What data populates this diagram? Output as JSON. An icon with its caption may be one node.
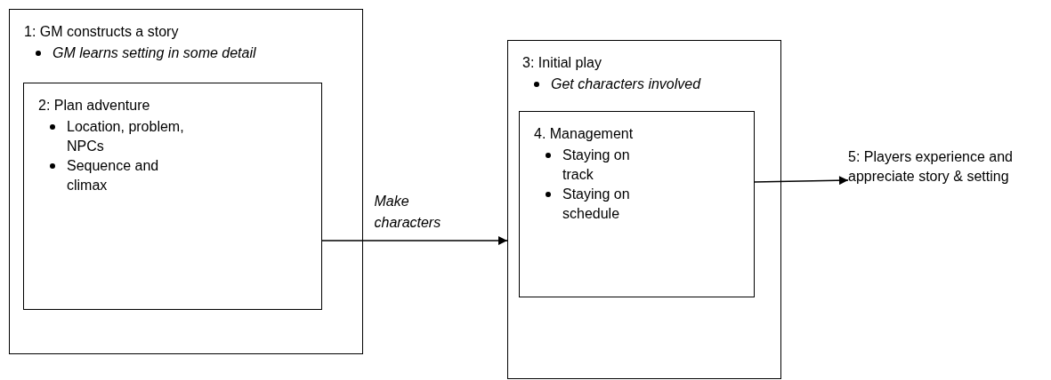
{
  "diagram": {
    "nodes": [
      {
        "text": [
          "1: GM constructs a story",
          "GM learns setting in some detail"
        ]
      },
      {
        "text": [
          "2: Plan adventure",
          "Location, problem, NPCs",
          "Sequence and climax"
        ],
        "in": 0
      },
      {
        "text": [
          "3: Initial play",
          "Get characters involved"
        ]
      },
      {
        "text": [
          "4. Management",
          "Staying on track",
          "Staying on schedule"
        ],
        "in": 2
      },
      {
        "text": [
          "5: Players experience and appreciate story & setting"
        ]
      }
    ],
    "edges": [
      {
        "from": 1,
        "to": 2,
        "arrow": "to",
        "label": "Make characters"
      },
      {
        "from": 3,
        "to": 4,
        "arrow": "to"
      }
    ]
  }
}
